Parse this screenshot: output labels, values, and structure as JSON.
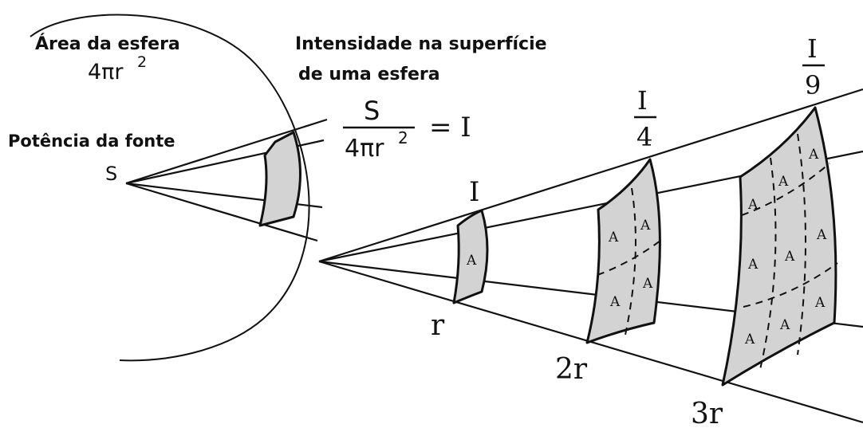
{
  "left_figure": {
    "area_title": "Área da esfera",
    "area_formula_base": "4πr",
    "area_formula_exp": "2",
    "intensity_title_line1": "Intensidade na superfície",
    "intensity_title_line2": "de uma esfera",
    "source_power_label": "Potência da fonte",
    "source_symbol": "S",
    "formula_numerator": "S",
    "formula_denominator_base": "4πr",
    "formula_denominator_exp": "2",
    "formula_equals": "= I"
  },
  "right_figure": {
    "distance_labels": [
      "r",
      "2r",
      "3r"
    ],
    "intensity_1": "I",
    "intensity_2_num": "I",
    "intensity_2_den": "4",
    "intensity_3_num": "I",
    "intensity_3_den": "9",
    "area_cell_label": "A"
  }
}
